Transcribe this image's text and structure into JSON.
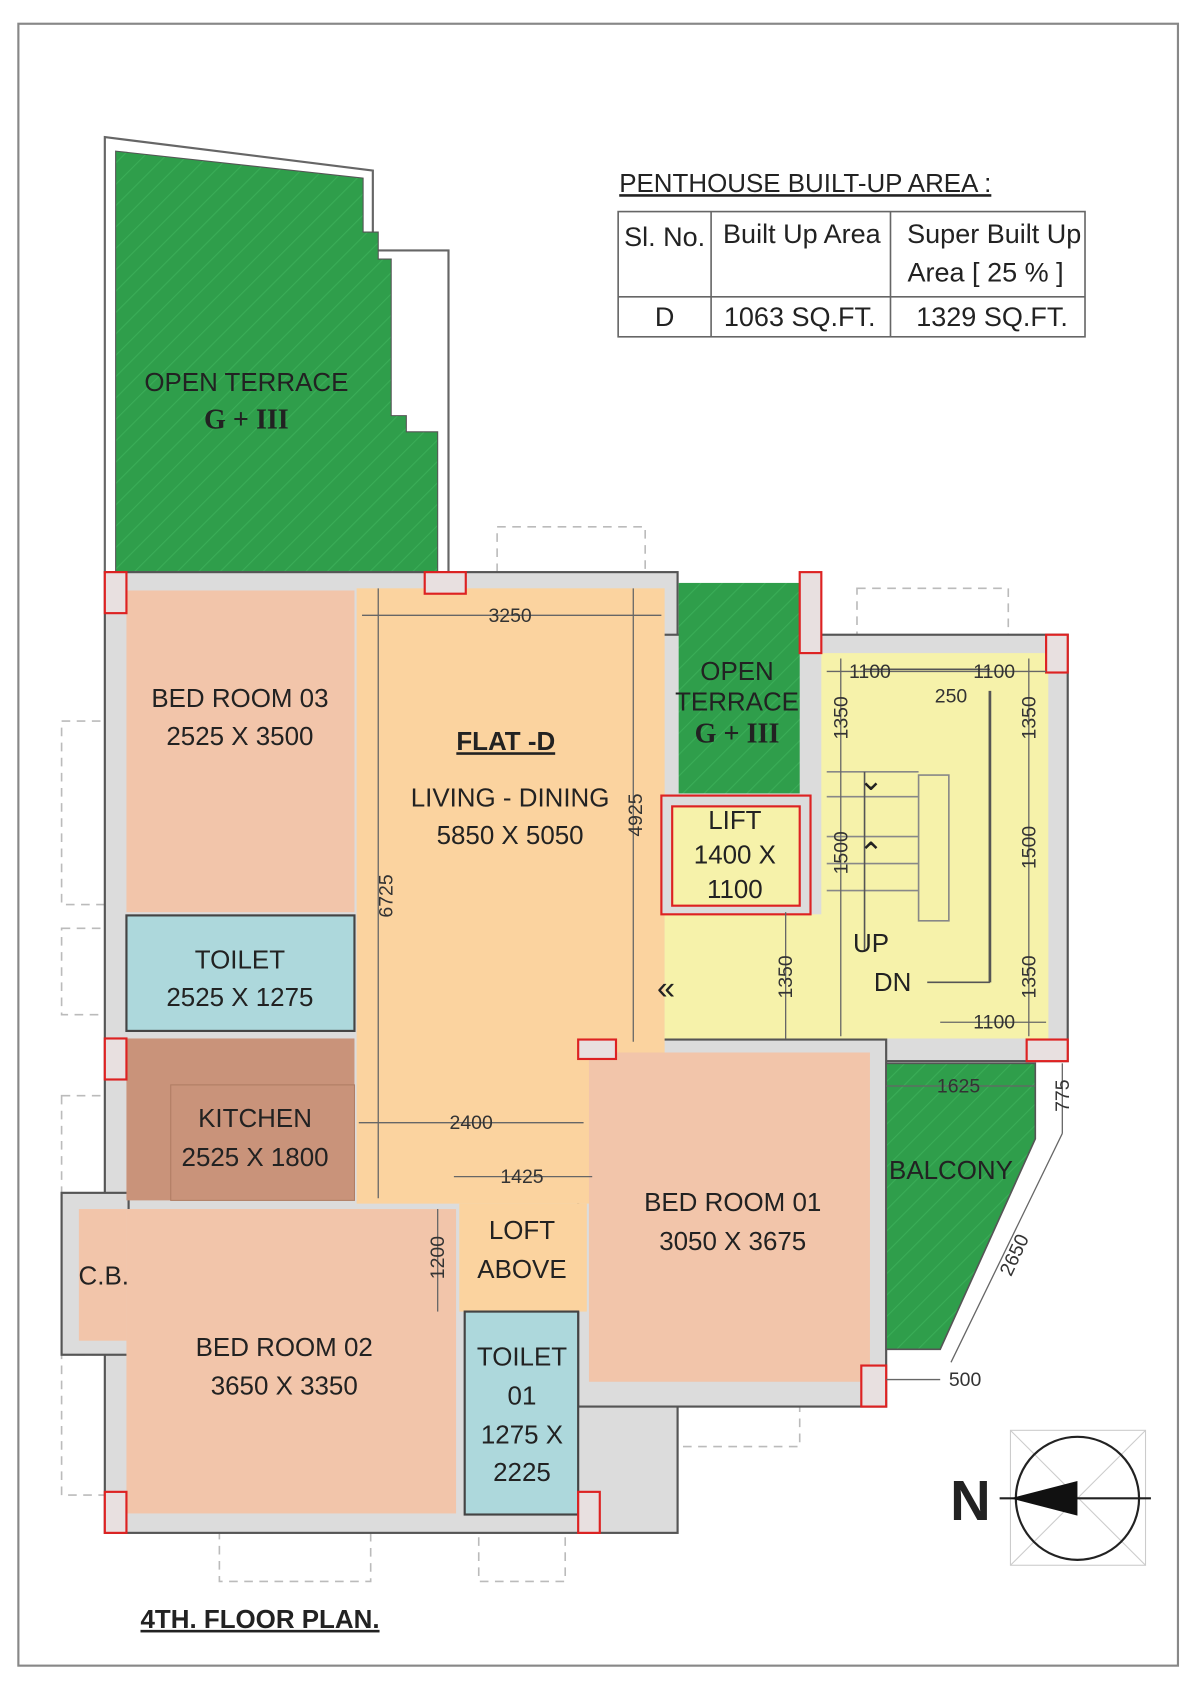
{
  "colors": {
    "terrace_green": "#2f9e4b",
    "bedroom": "#f2c5aa",
    "living": "#fbd39f",
    "toilet": "#add8dc",
    "kitchen": "#c9937a",
    "stair": "#f6f2aa",
    "column_outline": "#dd2222"
  },
  "area_table": {
    "title": "PENTHOUSE BUILT-UP AREA :",
    "headers": [
      "Sl. No.",
      "Built Up Area",
      "Super Built Up",
      "Area [ 25 % ]"
    ],
    "row": {
      "sl_no": "D",
      "built_up": "1063 SQ.FT.",
      "super_built_up": "1329 SQ.FT."
    }
  },
  "rooms": {
    "open_terrace": {
      "name": "OPEN TERRACE",
      "sub": "G + III"
    },
    "open_terrace_small": {
      "line1": "OPEN",
      "line2": "TERRACE",
      "sub": "G + III"
    },
    "flat_title": "FLAT -D",
    "living": {
      "name": "LIVING - DINING",
      "size": "5850 X 5050"
    },
    "bed03": {
      "name": "BED ROOM 03",
      "size": "2525 X 3500"
    },
    "toilet": {
      "name": "TOILET",
      "size": "2525 X 1275"
    },
    "kitchen": {
      "name": "KITCHEN",
      "size": "2525 X 1800"
    },
    "bed02": {
      "name": "BED ROOM 02",
      "size": "3650 X 3350"
    },
    "cb": "C.B.",
    "loft": {
      "line1": "LOFT",
      "line2": "ABOVE"
    },
    "toilet01": {
      "line1": "TOILET",
      "line2": "01",
      "line3": "1275 X",
      "line4": "2225"
    },
    "bed01": {
      "name": "BED ROOM 01",
      "size": "3050 X 3675"
    },
    "lift": {
      "line1": "LIFT",
      "line2": "1400 X",
      "line3": "1100"
    },
    "balcony": "BALCONY",
    "up": "UP",
    "dn": "DN"
  },
  "dimensions": {
    "d3250": "3250",
    "d6725": "6725",
    "d4925": "4925",
    "d2400": "2400",
    "d1425": "1425",
    "d1200": "1200",
    "s1100a": "1100",
    "s250": "250",
    "s1100b": "1100",
    "s1350a": "1350",
    "s1350b": "1350",
    "s1500a": "1500",
    "s1500b": "1500",
    "s1350c": "1350",
    "s1350d": "1350",
    "s1100c": "1100",
    "d1625": "1625",
    "d775": "775",
    "d2650": "2650",
    "d500": "500"
  },
  "compass": {
    "north_label": "N"
  },
  "plan_title": "4TH. FLOOR PLAN."
}
